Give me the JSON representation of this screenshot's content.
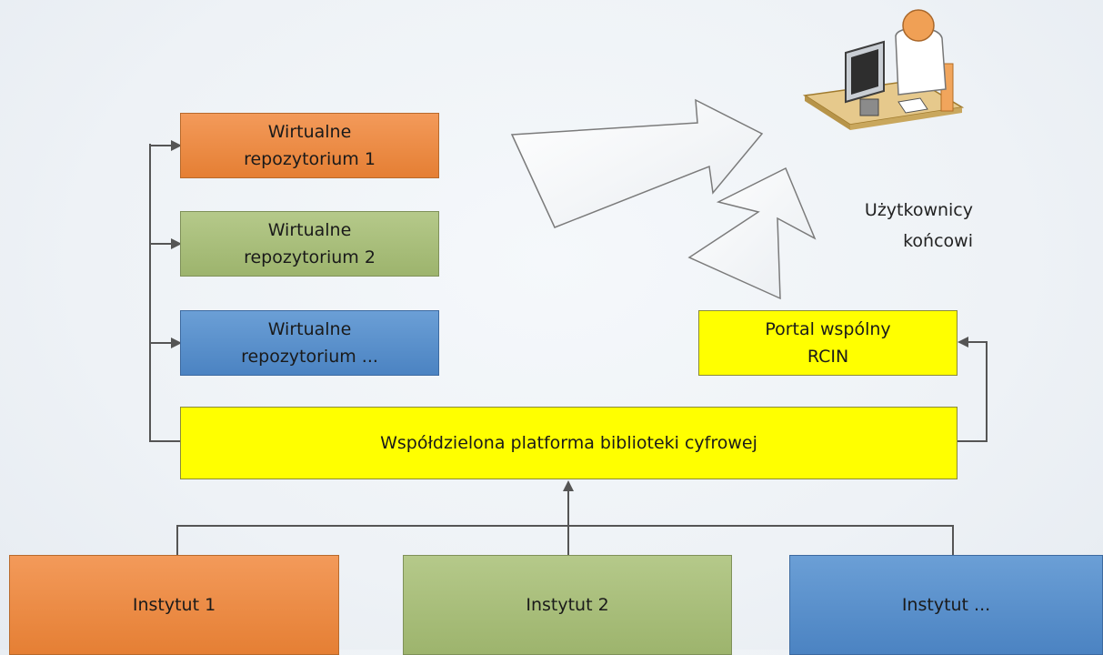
{
  "virtual_repos": [
    {
      "line1": "Wirtualne",
      "line2": "repozytorium 1"
    },
    {
      "line1": "Wirtualne",
      "line2": "repozytorium 2"
    },
    {
      "line1": "Wirtualne",
      "line2": "repozytorium ..."
    }
  ],
  "portal": {
    "line1": "Portal wspólny",
    "line2": "RCIN"
  },
  "platform": {
    "label": "Współdzielona platforma biblioteki cyfrowej"
  },
  "end_users": {
    "line1": "Użytkownicy",
    "line2": "końcowi"
  },
  "institutes": [
    {
      "label": "Instytut 1"
    },
    {
      "label": "Instytut 2"
    },
    {
      "label": "Instytut ..."
    }
  ],
  "colors": {
    "orange": "#e8843a",
    "green": "#a7bc7a",
    "blue": "#5a8fcb",
    "yellow": "#ffff00",
    "connector": "#555555"
  },
  "icons": {
    "end_user": "person-at-computer-icon",
    "flow": "wide-arrow-icon"
  }
}
